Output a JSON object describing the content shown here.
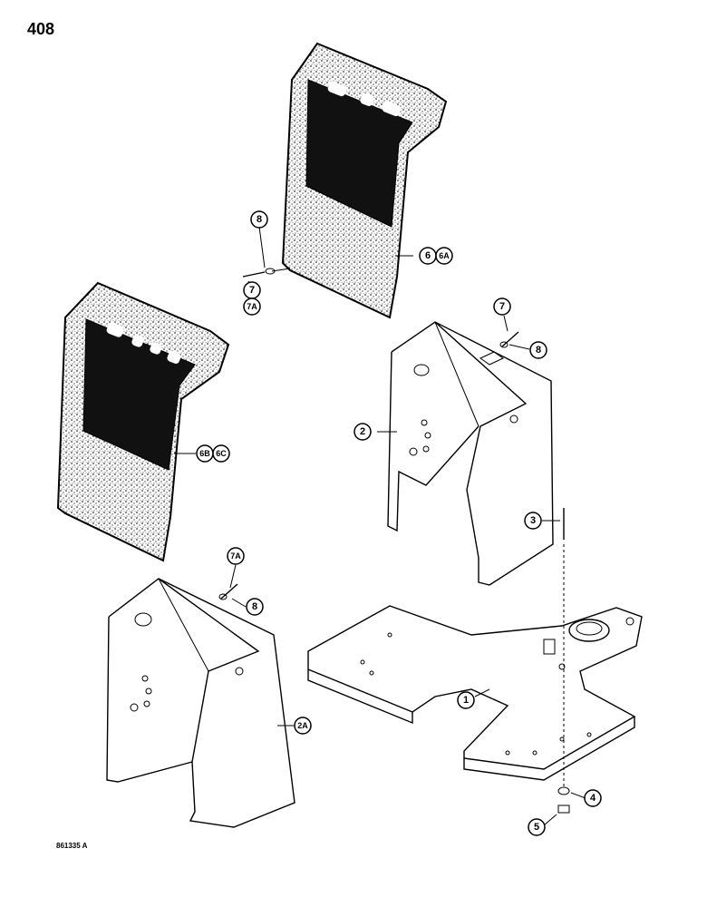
{
  "page": {
    "number": "408",
    "figure_code": "861335 A"
  },
  "callouts": {
    "c1": "1",
    "c2": "2",
    "c2a": "2A",
    "c3": "3",
    "c4": "4",
    "c5": "5",
    "c6": "6",
    "c6a": "6A",
    "c6b": "6B",
    "c6c": "6C",
    "c7_top": "7",
    "c7a_top": "7A",
    "c8_top": "8",
    "c7_right": "7",
    "c8_right": "8",
    "c7a_lower": "7A",
    "c8_lower": "8"
  }
}
